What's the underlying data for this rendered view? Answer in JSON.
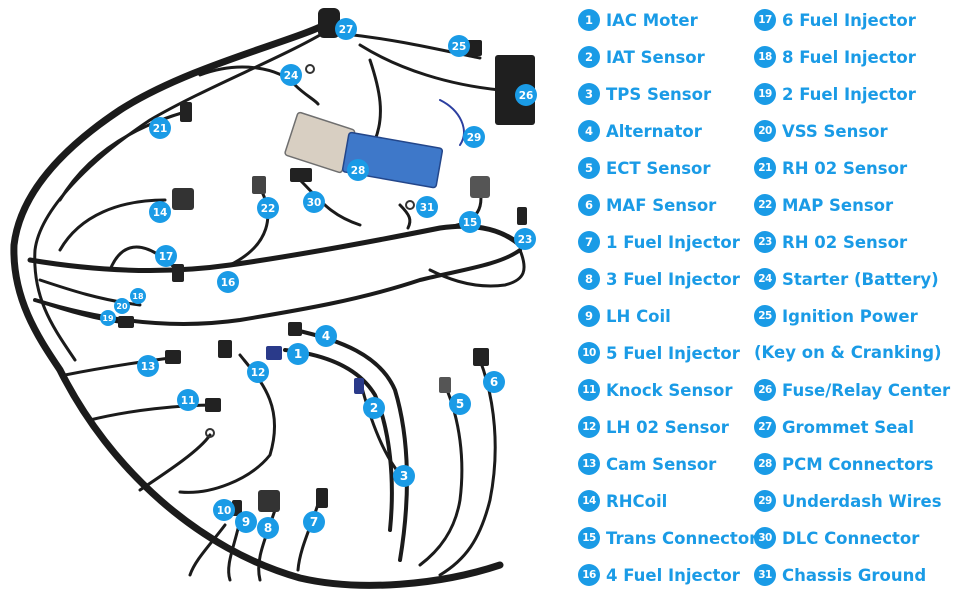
{
  "colors": {
    "accent": "#1a9be6",
    "wire": "#1b1b1b",
    "connector": "#222222",
    "pcm": "#3e78c9"
  },
  "diagram": {
    "callouts": [
      "1",
      "2",
      "3",
      "4",
      "5",
      "6",
      "7",
      "8",
      "9",
      "10",
      "11",
      "12",
      "13",
      "14",
      "15",
      "16",
      "17",
      "18",
      "19",
      "20",
      "21",
      "22",
      "23",
      "24",
      "25",
      "26",
      "27",
      "28",
      "29",
      "30",
      "31"
    ]
  },
  "legend": {
    "items": [
      {
        "num": "1",
        "label": "IAC Moter"
      },
      {
        "num": "2",
        "label": "IAT Sensor"
      },
      {
        "num": "3",
        "label": "TPS Sensor"
      },
      {
        "num": "4",
        "label": "Alternator"
      },
      {
        "num": "5",
        "label": "ECT Sensor"
      },
      {
        "num": "6",
        "label": "MAF Sensor"
      },
      {
        "num": "7",
        "label": "1 Fuel Injector"
      },
      {
        "num": "8",
        "label": "3 Fuel Injector"
      },
      {
        "num": "9",
        "label": "LH Coil"
      },
      {
        "num": "10",
        "label": "5 Fuel Injector"
      },
      {
        "num": "11",
        "label": "Knock Sensor"
      },
      {
        "num": "12",
        "label": "LH 02 Sensor"
      },
      {
        "num": "13",
        "label": "Cam Sensor"
      },
      {
        "num": "14",
        "label": "RHCoil"
      },
      {
        "num": "15",
        "label": "Trans Connector"
      },
      {
        "num": "16",
        "label": "4 Fuel Injector"
      },
      {
        "num": "17",
        "label": "6 Fuel Injector"
      },
      {
        "num": "18",
        "label": "8 Fuel Injector"
      },
      {
        "num": "19",
        "label": "2 Fuel Injector"
      },
      {
        "num": "20",
        "label": "VSS Sensor"
      },
      {
        "num": "21",
        "label": "RH 02 Sensor"
      },
      {
        "num": "22",
        "label": "MAP Sensor"
      },
      {
        "num": "23",
        "label": "RH 02 Sensor"
      },
      {
        "num": "24",
        "label": "Starter (Battery)"
      },
      {
        "num": "25",
        "label": "Ignition Power"
      },
      {
        "num": "",
        "label": "(Key on & Cranking)"
      },
      {
        "num": "26",
        "label": "Fuse/Relay Center"
      },
      {
        "num": "27",
        "label": "Grommet Seal"
      },
      {
        "num": "28",
        "label": "PCM Connectors"
      },
      {
        "num": "29",
        "label": "Underdash Wires"
      },
      {
        "num": "30",
        "label": "DLC Connector"
      },
      {
        "num": "31",
        "label": "Chassis Ground"
      }
    ]
  }
}
